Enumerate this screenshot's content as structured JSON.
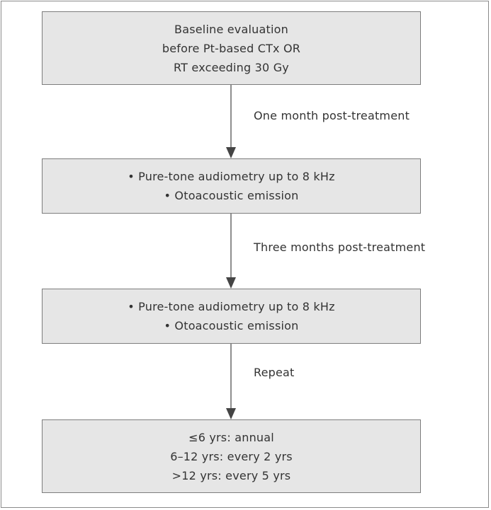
{
  "boxes": [
    {
      "lines": [
        "Baseline evaluation",
        "before Pt-based CTx OR",
        "RT exceeding 30 Gy"
      ]
    },
    {
      "lines": [
        "• Pure-tone audiometry up to 8 kHz",
        "• Otoacoustic emission"
      ]
    },
    {
      "lines": [
        "• Pure-tone audiometry up to 8 kHz",
        "• Otoacoustic emission"
      ]
    },
    {
      "lines": [
        "≤6 yrs: annual",
        "6–12 yrs: every 2 yrs",
        ">12 yrs: every 5 yrs"
      ]
    }
  ],
  "arrow_labels": [
    "One month post-treatment",
    "Three months post-treatment",
    "Repeat"
  ],
  "colors": {
    "box_fill": "#e6e6e6",
    "box_border": "#7d7d7d",
    "arrow": "#444444",
    "text": "#333333"
  }
}
